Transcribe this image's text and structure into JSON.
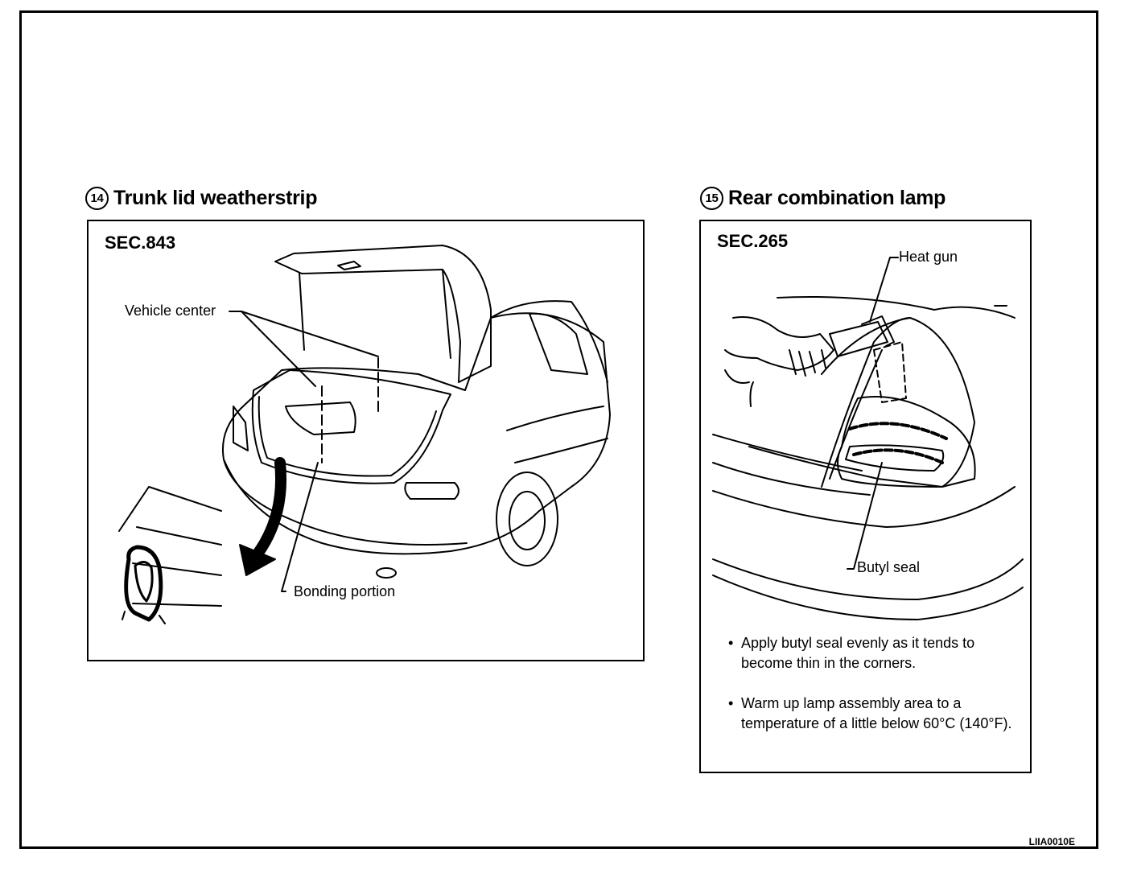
{
  "left_section": {
    "number": "14",
    "title": "Trunk lid weatherstrip",
    "sec_code": "SEC.843",
    "labels": {
      "vehicle_center": "Vehicle center",
      "bonding_portion": "Bonding portion"
    }
  },
  "right_section": {
    "number": "15",
    "title": "Rear combination lamp",
    "sec_code": "SEC.265",
    "labels": {
      "heat_gun": "Heat gun",
      "butyl_seal": "Butyl seal"
    },
    "notes": [
      "Apply butyl seal evenly as it tends to become thin in the corners.",
      "Warm up lamp assembly area to a temperature of a little below 60°C (140°F)."
    ]
  },
  "figure_id": "LIIA0010E"
}
